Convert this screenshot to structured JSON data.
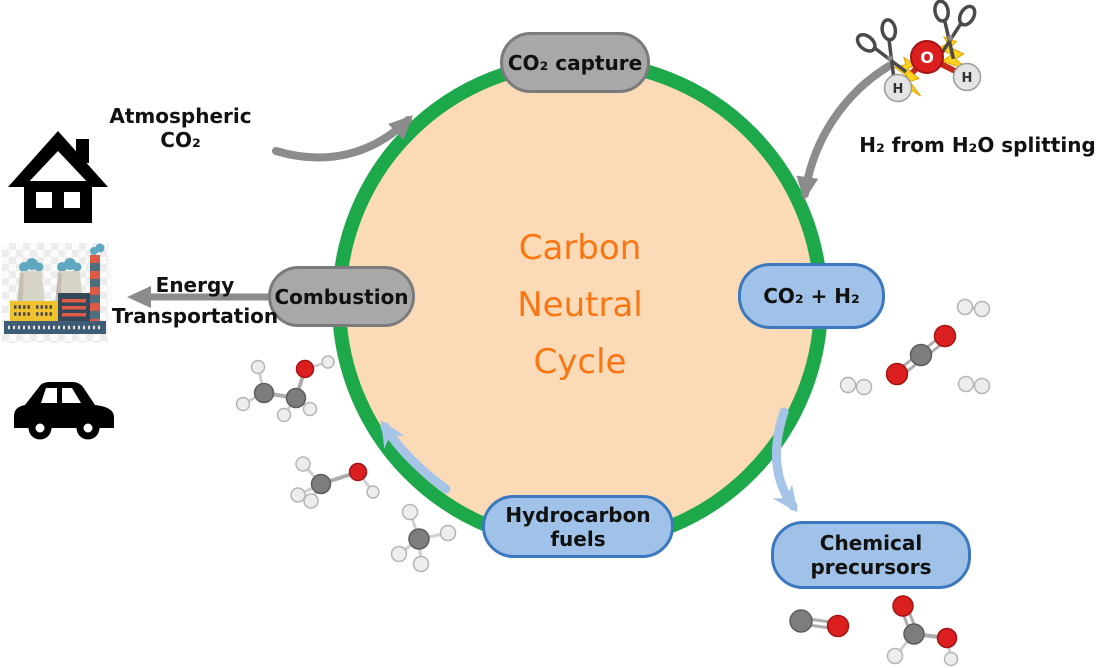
{
  "figure": {
    "title": "Carbon Neutral Cycle"
  },
  "center_label": "Carbon\nNeutral\nCycle",
  "nodes": {
    "co2_capture": "CO₂ capture",
    "co2_h2": "CO₂ + H₂",
    "chemical_precursors": "Chemical precursors",
    "hydrocarbon_fuels": "Hydrocarbon fuels",
    "combustion": "Combustion"
  },
  "labels": {
    "atmospheric_co2": "Atmospheric CO₂",
    "h2_from_h2o": "H₂ from H₂O splitting",
    "energy_transportation": "Energy\nTransportation"
  },
  "water_molecule": {
    "oxygen_label": "O",
    "hydrogen_label_left": "H",
    "hydrogen_label_right": "H"
  },
  "colors": {
    "ring_green": "#1DA84C",
    "circle_fill": "#FBDAB7",
    "center_text": "#F97613",
    "gray_node_fill": "#A8A8A8",
    "gray_node_border": "#7B7B7B",
    "blue_node_fill": "#A0C2E8",
    "blue_node_border": "#3B78BE",
    "gray_arrow": "#8C8C8C",
    "blue_arrow": "#A6C3E8",
    "carbon_atom": "#7D7D7D",
    "oxygen_atom": "#DB1F1F",
    "hydrogen_atom": "#EDEDED",
    "lightning_yellow": "#FFD21E"
  },
  "molecule_icons": [
    "water",
    "ethanol",
    "methanol",
    "methane",
    "carbon-dioxide",
    "hydrogen",
    "carbon-monoxide",
    "formic-acid"
  ],
  "scene_icons": [
    "house",
    "power-plant",
    "car",
    "scissors",
    "lightning-bolt"
  ]
}
